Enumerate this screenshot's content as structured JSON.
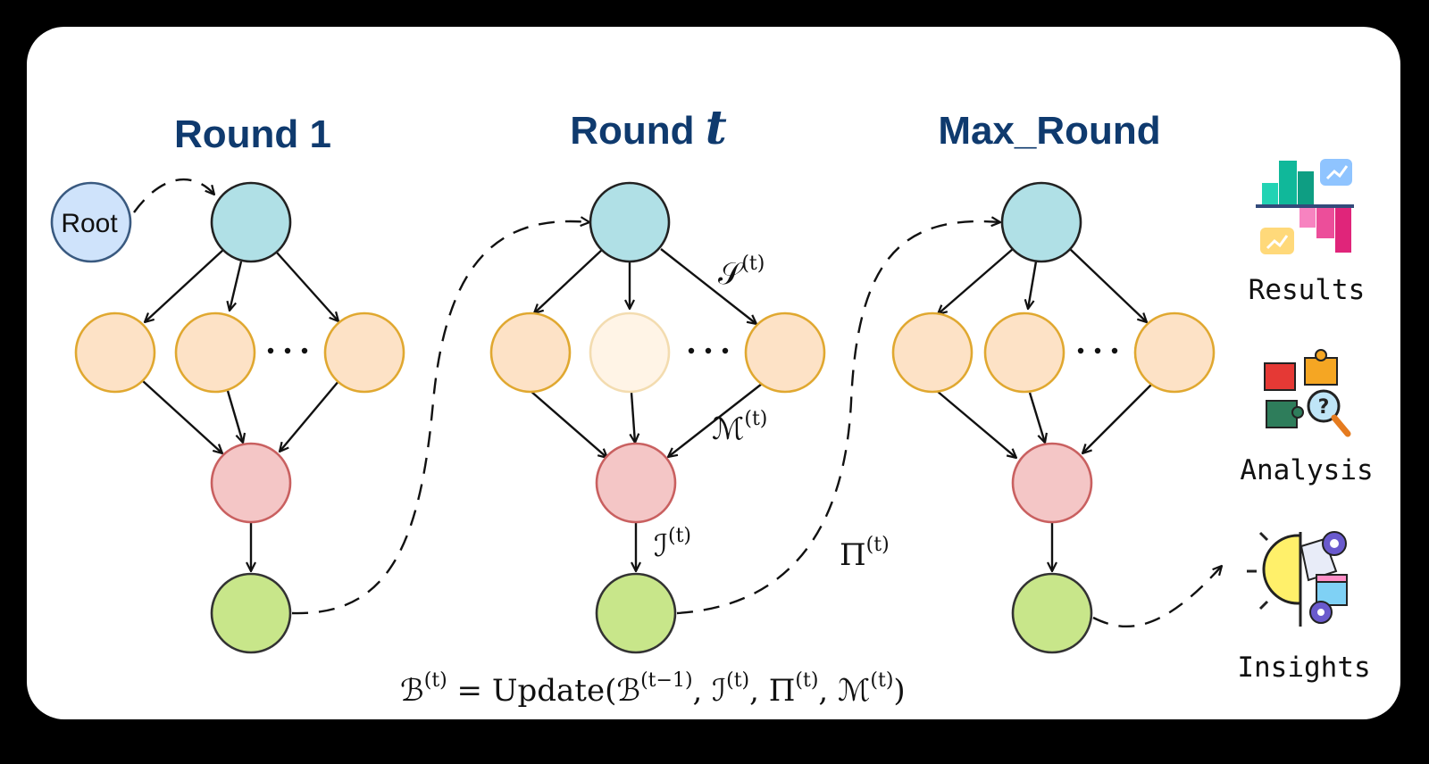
{
  "rounds": [
    {
      "title_main": "Round 1",
      "title_italic": ""
    },
    {
      "title_main": "Round ",
      "title_italic": "t"
    },
    {
      "title_main": "Max_Round",
      "title_italic": ""
    }
  ],
  "root_label": "Root",
  "edge_labels": {
    "S": {
      "base": "𝒮",
      "sup": "(t)"
    },
    "M": {
      "base": "ℳ",
      "sup": "(t)"
    },
    "I": {
      "base": "ℐ",
      "sup": "(t)"
    },
    "Pi": {
      "base": "Π",
      "sup": "(t)"
    }
  },
  "equation": {
    "lhs": "ℬ",
    "lhs_sup": "(t)",
    "eq": " = Update(",
    "a": "ℬ",
    "a_sup": "(t−1)",
    "b": ", ℐ",
    "b_sup": "(t)",
    "c": ", Π",
    "c_sup": "(t)",
    "d": ", ℳ",
    "d_sup": "(t)",
    "close": ")"
  },
  "sidebar": {
    "results_label": "Results",
    "analysis_label": "Analysis",
    "insights_label": "Insights"
  },
  "colors": {
    "panel": "#ffffff",
    "teal_node": "#b0e0e6",
    "orange_node": "#fde2c6",
    "orange_stroke": "#e0a830",
    "faded_node": "#fff4e6",
    "faded_stroke": "#f3dcb0",
    "pink_node": "#f4c6c6",
    "pink_stroke": "#c96060",
    "green_node": "#c8e68a",
    "root_node": "#cfe3fb",
    "title": "#0f3a6e"
  },
  "icons": [
    "bar-chart-icon",
    "puzzle-magnifier-icon",
    "lightbulb-gears-icon"
  ]
}
